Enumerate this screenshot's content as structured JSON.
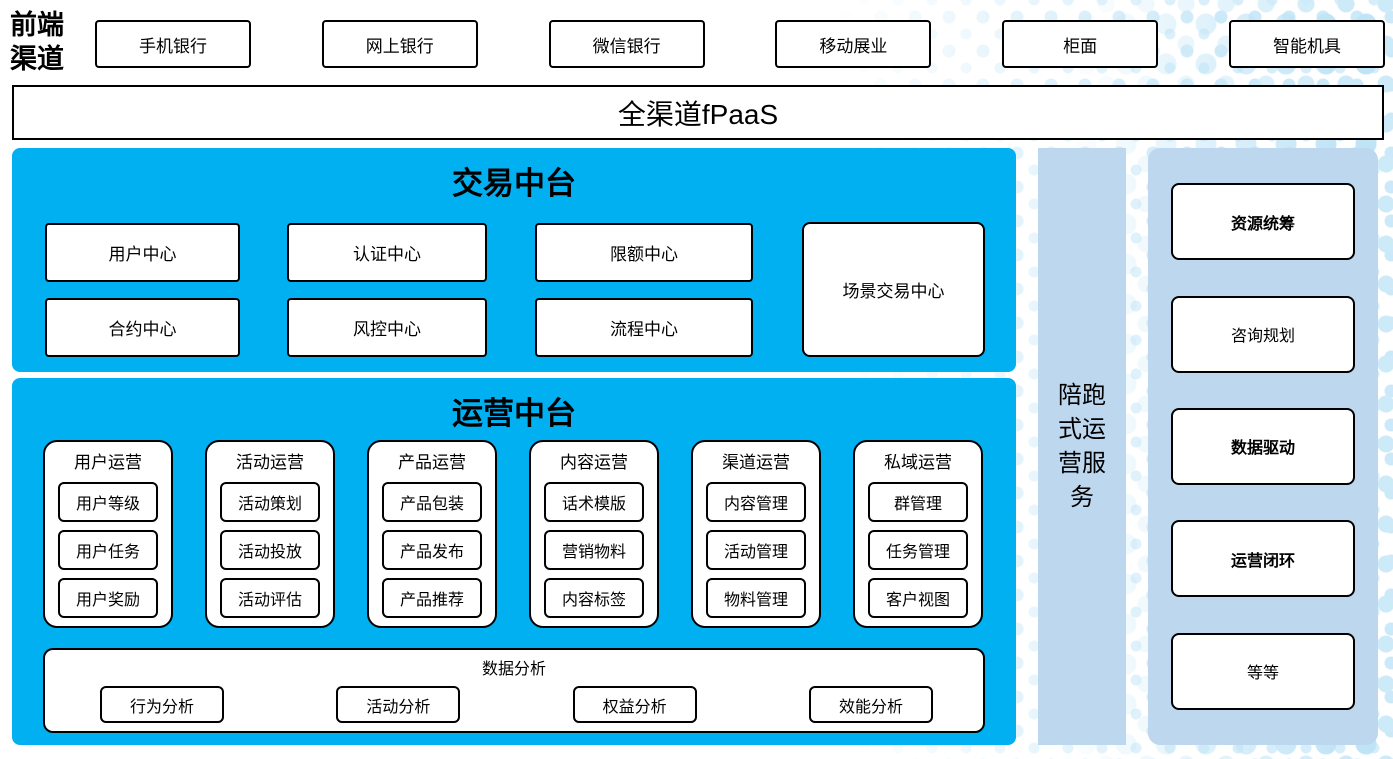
{
  "colors": {
    "primary_blue": "#00B0F0",
    "light_blue": "#BDD7EE",
    "dot_blue": "#CBE9F8",
    "border": "#000000",
    "box_background": "#FFFFFF"
  },
  "front_channels": {
    "label": "前端渠道",
    "items": [
      "手机银行",
      "网上银行",
      "微信银行",
      "移动展业",
      "柜面",
      "智能机具"
    ]
  },
  "fpaas_bar": {
    "label": "全渠道fPaaS"
  },
  "trade_platform": {
    "title": "交易中台",
    "boxes": [
      "用户中心",
      "认证中心",
      "限额中心",
      "合约中心",
      "风控中心",
      "流程中心"
    ],
    "scene_box": "场景交易中心"
  },
  "operation_platform": {
    "title": "运营中台",
    "groups": [
      {
        "title": "用户运营",
        "items": [
          "用户等级",
          "用户任务",
          "用户奖励"
        ]
      },
      {
        "title": "活动运营",
        "items": [
          "活动策划",
          "活动投放",
          "活动评估"
        ]
      },
      {
        "title": "产品运营",
        "items": [
          "产品包装",
          "产品发布",
          "产品推荐"
        ]
      },
      {
        "title": "内容运营",
        "items": [
          "话术模版",
          "营销物料",
          "内容标签"
        ]
      },
      {
        "title": "渠道运营",
        "items": [
          "内容管理",
          "活动管理",
          "物料管理"
        ]
      },
      {
        "title": "私域运营",
        "items": [
          "群管理",
          "任务管理",
          "客户视图"
        ]
      }
    ],
    "data_analysis": {
      "title": "数据分析",
      "items": [
        "行为分析",
        "活动分析",
        "权益分析",
        "效能分析"
      ]
    }
  },
  "side_service": {
    "label": "陪跑式运营服务"
  },
  "service_items": [
    {
      "label": "资源统筹",
      "bold": true
    },
    {
      "label": "咨询规划",
      "bold": false
    },
    {
      "label": "数据驱动",
      "bold": true
    },
    {
      "label": "运营闭环",
      "bold": true
    },
    {
      "label": "等等",
      "bold": false
    }
  ]
}
